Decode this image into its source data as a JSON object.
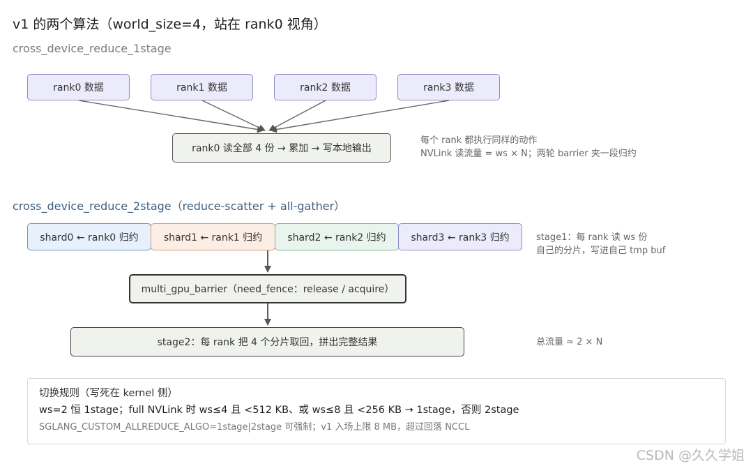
{
  "title": "v1 的两个算法（world_size=4，站在 rank0 视角）",
  "section1": {
    "label": "cross_device_reduce_1stage",
    "ranks": [
      "rank0 数据",
      "rank1 数据",
      "rank2 数据",
      "rank3 数据"
    ],
    "main_node": "rank0 读全部 4 份 → 累加 → 写本地输出",
    "note_line1": "每个 rank 都执行同样的动作",
    "note_line2": "NVLink 读流量 = ws × N；两轮 barrier 夹一段归约"
  },
  "section2": {
    "label": "cross_device_reduce_2stage（reduce-scatter + all-gather）",
    "shards": [
      "shard0 ← rank0 归约",
      "shard1 ← rank1 归约",
      "shard2 ← rank2 归约",
      "shard3 ← rank3 归约"
    ],
    "shard_colors": [
      "#6b93c8",
      "#d49c75",
      "#7fb197",
      "#8f88c8"
    ],
    "barrier": "multi_gpu_barrier（need_fence：release / acquire）",
    "stage2": "stage2：每 rank 把 4 个分片取回，拼出完整结果",
    "note_stage1_line1": "stage1：每 rank 读 ws 份",
    "note_stage1_line2": "自己的分片，写进自己 tmp buf",
    "note_total": "总流量 ≈ 2 × N"
  },
  "rules": {
    "heading": "切换规则（写死在 kernel 侧）",
    "line1": "ws=2 恒 1stage；full NVLink 时 ws≤4 且 <512 KB、或 ws≤8 且 <256 KB → 1stage，否则 2stage",
    "line2": "SGLANG_CUSTOM_ALLREDUCE_ALGO=1stage|2stage 可强制；v1 入场上限 8 MB，超过回落 NCCL"
  },
  "watermark": "CSDN @久久学姐"
}
